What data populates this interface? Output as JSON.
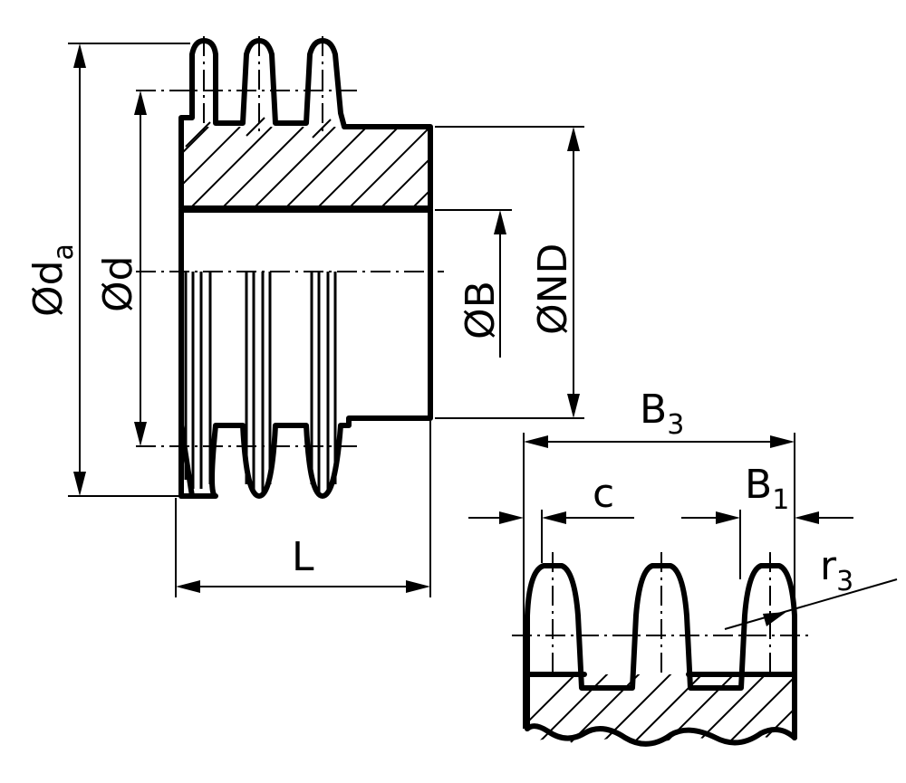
{
  "labels": {
    "outer_diameter": {
      "main": "Ød",
      "sub": "a"
    },
    "pitch_diameter": "Ød",
    "bore": "ØB",
    "hub_diameter": "ØND",
    "length": "L",
    "overall_width": {
      "main": "B",
      "sub": "3"
    },
    "spacing": "c",
    "tooth_width": {
      "main": "B",
      "sub": "1"
    },
    "radius": {
      "main": "r",
      "sub": "3"
    }
  }
}
